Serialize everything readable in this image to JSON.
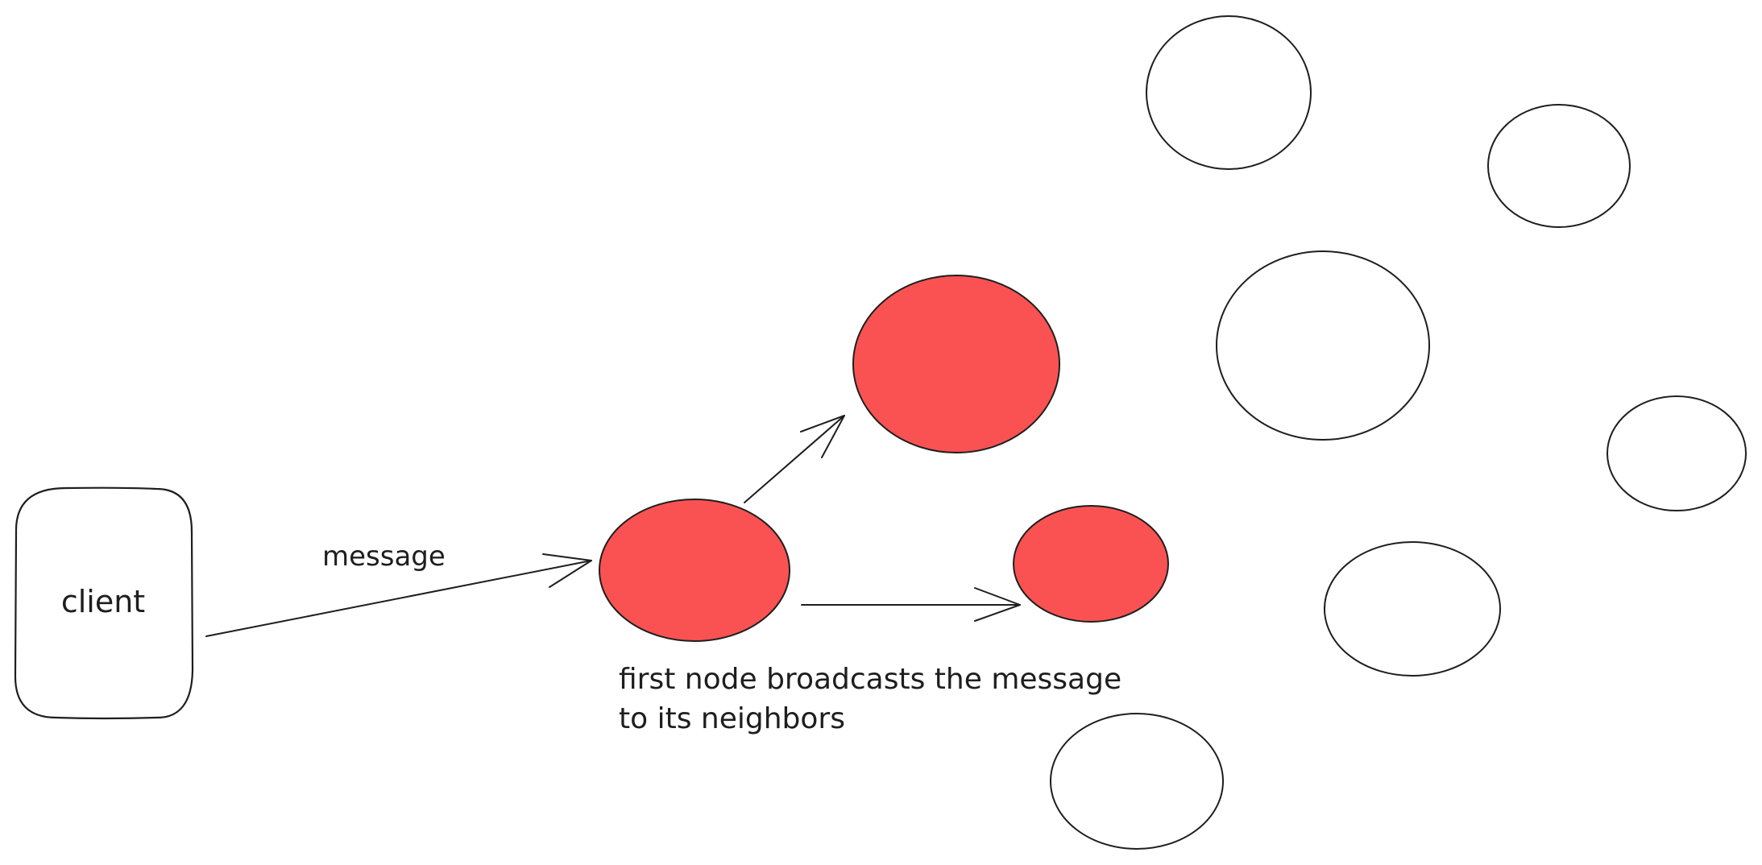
{
  "diagram": {
    "client": {
      "label": "client"
    },
    "arrows": {
      "client_to_first": {
        "label": "message"
      }
    },
    "caption": {
      "line1": "first node broadcasts the message",
      "line2": "to its neighbors"
    },
    "colors": {
      "active_node_fill": "#fa5252",
      "stroke": "#1e1e1e",
      "inactive_node_fill": "#ffffff",
      "background": "#ffffff"
    },
    "nodes": [
      {
        "id": "first-node",
        "state": "active"
      },
      {
        "id": "neighbor-upper",
        "state": "active"
      },
      {
        "id": "neighbor-right",
        "state": "active"
      },
      {
        "id": "node-top",
        "state": "inactive"
      },
      {
        "id": "node-top-right",
        "state": "inactive"
      },
      {
        "id": "node-middle-large",
        "state": "inactive"
      },
      {
        "id": "node-far-right",
        "state": "inactive"
      },
      {
        "id": "node-lower-right",
        "state": "inactive"
      },
      {
        "id": "node-bottom",
        "state": "inactive"
      }
    ]
  }
}
